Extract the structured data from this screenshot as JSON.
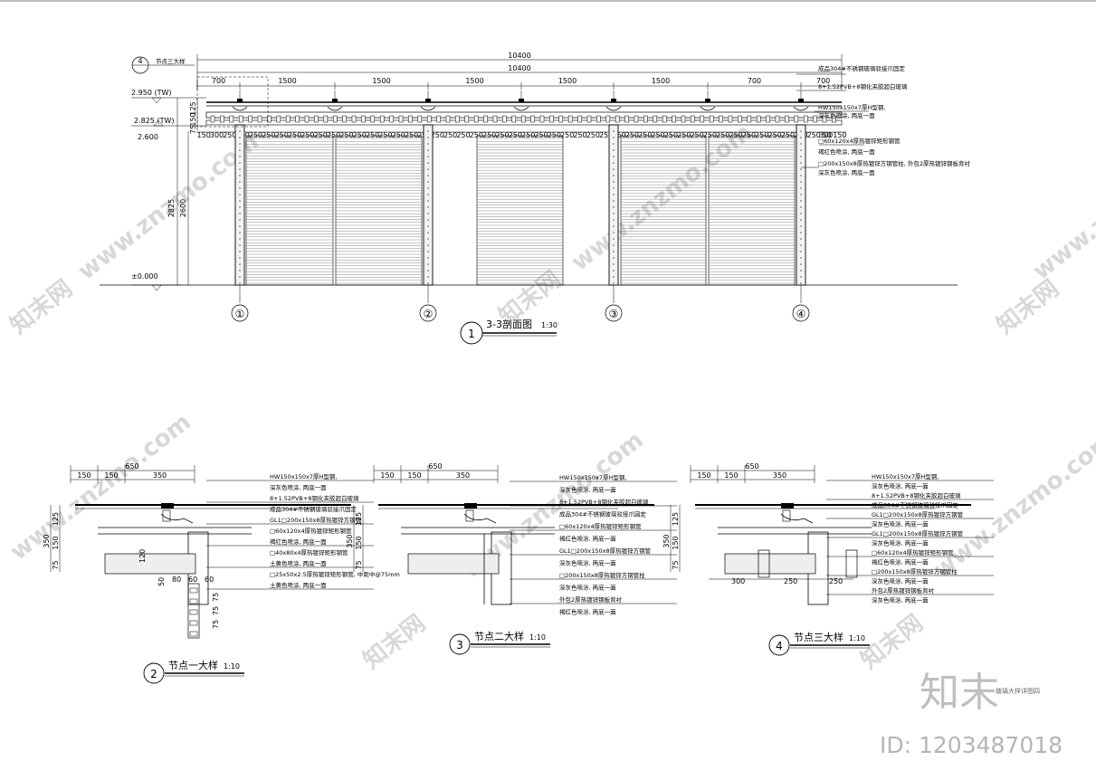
{
  "section": {
    "title": "3-3剖面图",
    "scale": "1:30",
    "number": "1",
    "total_dims": [
      "10400",
      "10400"
    ],
    "spans": [
      "700",
      "1500",
      "1500",
      "1500",
      "1500",
      "1500",
      "700"
    ],
    "spans_right": [
      "300",
      "500"
    ],
    "small_dims": [
      "150",
      "300",
      "250",
      "250",
      "250",
      "250",
      "250",
      "250",
      "250",
      "250",
      "250",
      "250",
      "250",
      "250",
      "250",
      "250",
      "250",
      "250",
      "250",
      "250",
      "250",
      "250",
      "250",
      "250",
      "250",
      "250",
      "250",
      "250",
      "250",
      "250",
      "250",
      "250",
      "250",
      "250",
      "250",
      "250",
      "250",
      "250",
      "250",
      "250",
      "250",
      "250",
      "250",
      "250",
      "250",
      "250",
      "250",
      "250",
      "50",
      "150"
    ],
    "levels": [
      "2.950 (TW)",
      "2.825 (TW)",
      "2.600",
      "±0.000"
    ],
    "vert_dims": [
      "2825",
      "2600",
      "125",
      "150",
      "75"
    ],
    "axes": [
      "①",
      "②",
      "③",
      "④"
    ],
    "callout_tag": "4",
    "callout_label": "节点三大样",
    "notes": [
      "成品304#不锈钢玻璃驳接爪固定",
      "8+1.52PVB+8钢化夹胶超白玻璃",
      "HW150x150x7厚H型钢,",
      "深灰色喷涂, 两底一面",
      "□60x120x4厚热镀锌矩形钢管",
      "褐红色喷涂, 两底一面",
      "□200x150x8厚热镀锌方钢管柱, 外包2厚热镀锌钢板背衬",
      "深灰色喷涂, 两底一面"
    ]
  },
  "detail1": {
    "number": "2",
    "title": "节点一大样",
    "scale": "1:10",
    "top_dims": [
      "650",
      "150",
      "150",
      "350"
    ],
    "vert_dims": [
      "125",
      "150",
      "75",
      "350",
      "120",
      "50"
    ],
    "bottom_dims": [
      "80",
      "60",
      "60",
      "75",
      "75",
      "75"
    ],
    "notes": [
      "HW150x150x7厚H型钢,",
      "深灰色喷涂, 两底一面",
      "8+1.52PVB+8钢化夹胶超白玻璃",
      "成品304#不锈钢玻璃驳接爪固定",
      "GL1□200x150x8厚热镀锌方钢管",
      "□60x120x4厚热镀锌矩形钢管",
      "褐红色喷涂, 两底一面",
      "□40x80x4厚热镀锌矩形钢管",
      "土黄色喷涂, 两底一面",
      "□25x50x2.5厚热镀锌矩形钢管, 中距中@75mm",
      "土黄色喷涂, 两底一面"
    ]
  },
  "detail2": {
    "number": "3",
    "title": "节点二大样",
    "scale": "1:10",
    "top_dims": [
      "650",
      "150",
      "150",
      "350"
    ],
    "vert_dims": [
      "125",
      "150",
      "75",
      "350"
    ],
    "notes": [
      "HW150x150x7厚H型钢,",
      "深灰色喷涂, 两底一面",
      "8+1.52PVB+8钢化夹胶超白玻璃",
      "成品304#不锈钢玻璃驳接爪固定",
      "□60x120x4厚热镀锌矩形钢管",
      "褐红色喷涂, 两底一面",
      "GL1□200x150x8厚热镀锌方钢管",
      "深灰色喷涂, 两底一面",
      "□200x150x8厚热镀锌方钢管柱",
      "深灰色喷涂, 两底一面",
      "外包2厚热镀锌钢板背衬",
      "褐红色喷涂, 两底一面"
    ]
  },
  "detail3": {
    "number": "4",
    "title": "节点三大样",
    "scale": "1:10",
    "top_dims": [
      "650",
      "150",
      "150",
      "350"
    ],
    "vert_dims": [
      "125",
      "150",
      "75",
      "350"
    ],
    "bottom_dims": [
      "300",
      "250",
      "250"
    ],
    "notes": [
      "HW150x150x7厚H型钢,",
      "深灰色喷涂, 两底一面",
      "8+1.52PVB+8钢化夹胶超白玻璃",
      "成品304#不锈钢玻璃驳接爪固定",
      "GL1□200x150x8厚热镀锌方钢管",
      "深灰色喷涂, 两底一面",
      "GL1□200x150x8厚热镀锌方钢管",
      "深灰色喷涂, 两底一面",
      "□60x120x4厚热镀锌矩形钢管",
      "褐红色喷涂, 两底一面",
      "□200x150x8厚热镀锌方钢管柱",
      "深灰色喷涂, 两底一面",
      "外包2厚热镀锌钢板背衬",
      "深灰色喷涂, 两底一面"
    ]
  },
  "watermark": {
    "text": "www.znzmo.com",
    "brand": "知末网",
    "logo": "知末",
    "sheet_label": "玻璃大样详图四",
    "id_label": "ID: 1203487018"
  }
}
